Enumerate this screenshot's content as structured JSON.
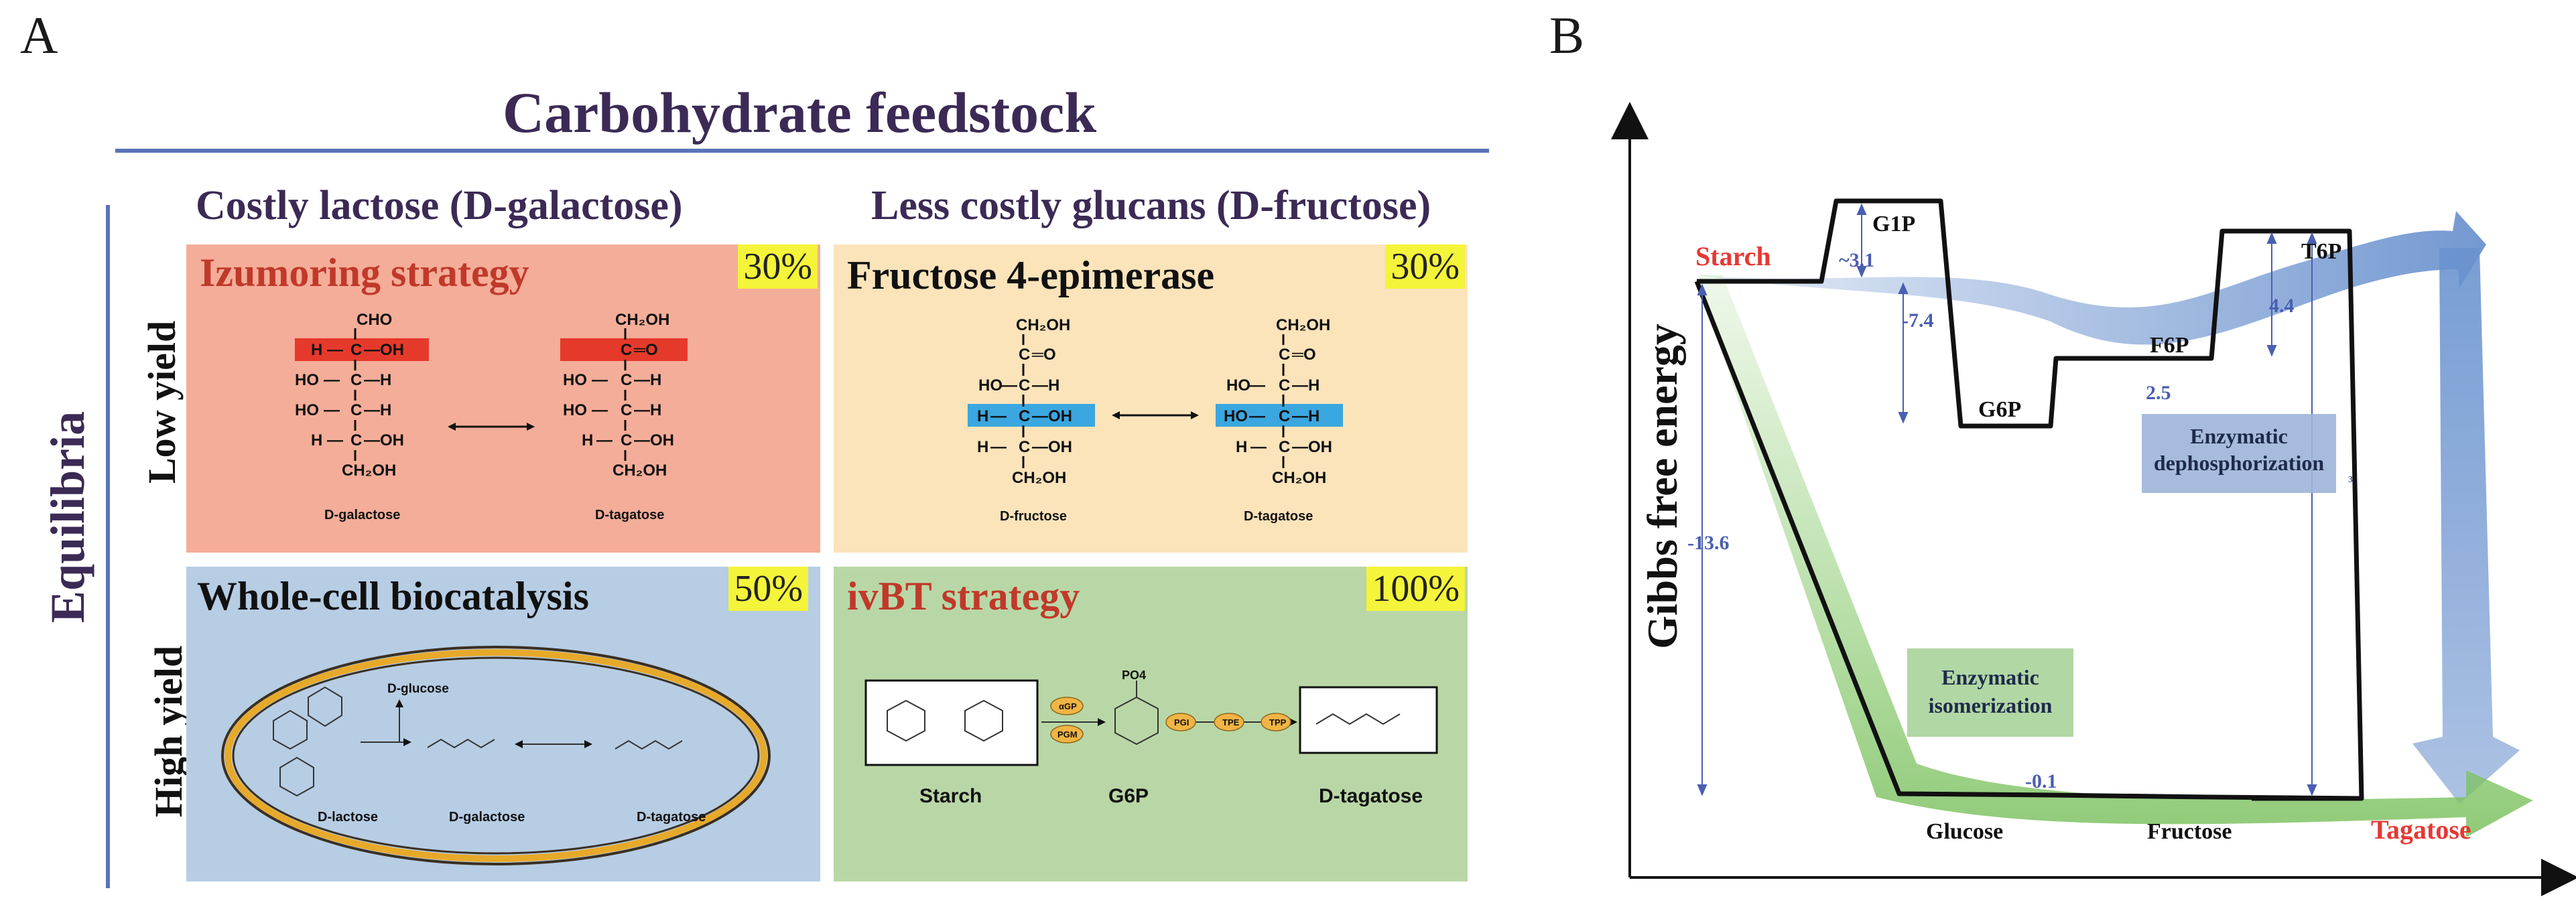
{
  "panel_a": {
    "letter": "A",
    "title": "Carbohydrate feedstock",
    "col_left": "Costly lactose (D-galactose)",
    "col_right": "Less costly glucans (D-fructose)",
    "side_label": "Equilibria",
    "row_top": "Low yield",
    "row_bottom": "High yield",
    "boxes": [
      {
        "title": "Izumoring strategy",
        "pct": "30%",
        "left_label": "D-galactose",
        "right_label": "D-tagatose"
      },
      {
        "title": "Fructose 4-epimerase",
        "pct": "30%",
        "left_label": "D-fructose",
        "right_label": "D-tagatose"
      },
      {
        "title": "Whole-cell biocatalysis",
        "pct": "50%",
        "glucose": "D-glucose",
        "lactose": "D-lactose",
        "galactose": "D-galactose",
        "tagatose": "D-tagatose"
      },
      {
        "title": "ivBT strategy",
        "pct": "100%",
        "starch": "Starch",
        "g6p": "G6P",
        "tagatose": "D-tagatose",
        "enzymes": [
          "αGP",
          "PGM",
          "PGI",
          "TPE",
          "TPP"
        ],
        "po4": "PO4"
      }
    ],
    "colors": {
      "izumoring_bg": "#f4ad98",
      "epimerase_bg": "#fbe3ba",
      "wholecell_bg": "#b6cde4",
      "ivbt_bg": "#b9d7a6",
      "title_red": "#c0392b",
      "highlight_red": "#e53a2b",
      "highlight_blue": "#3aa7e0",
      "pct_yellow": "#f4f43a"
    }
  },
  "panel_b": {
    "letter": "B",
    "ylabel": "Gibbs  free energy",
    "species": {
      "starch": "Starch",
      "g1p": "G1P",
      "g6p": "G6P",
      "f6p": "F6P",
      "t6p": "T6P",
      "glucose": "Glucose",
      "fructose": "Fructose",
      "tagatose": "Tagatose"
    },
    "values": {
      "starch_g1p": "~3.1",
      "g1p_g6p": "-7.4",
      "g6p_f6p": "2.5",
      "f6p_t6p": "4.4",
      "starch_glucose": "-13.6",
      "glucose_fructose": "-0.1"
    },
    "boxes": {
      "dephos": "Enzymatic\ndephosphorization",
      "isom": "Enzymatic\nisomerization"
    },
    "small_mark": "3",
    "colors": {
      "red": "#e53935",
      "value_blue": "#4a5fb0",
      "dephos_bg": "#9db5d8",
      "isom_bg": "#a9d39a"
    }
  }
}
